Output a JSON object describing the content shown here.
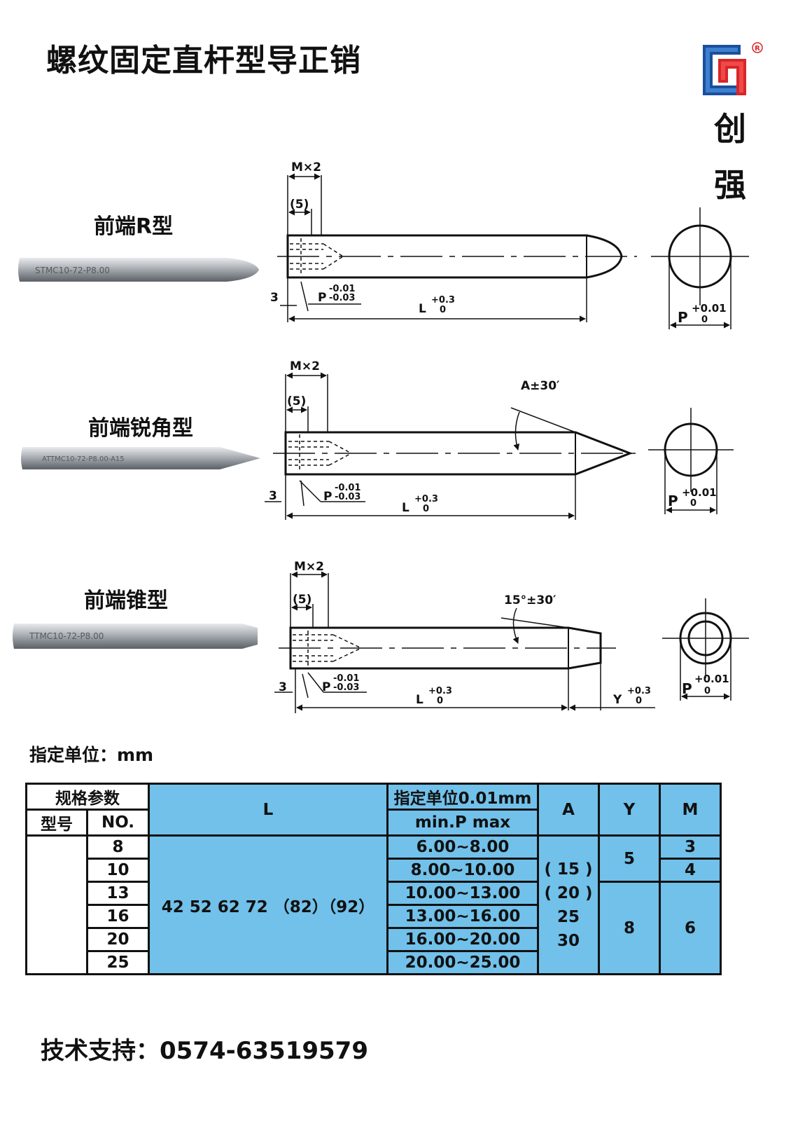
{
  "title": "螺纹固定直杆型导正销",
  "brand": {
    "logo_icon": "cq-logo-icon",
    "registered": "®",
    "chars": [
      "创",
      "强"
    ],
    "colors": {
      "blue": "#1a4f9c",
      "red": "#d9262a"
    }
  },
  "sections": [
    {
      "label": "前端R型",
      "photo_text": "STMC10-72-P8.00"
    },
    {
      "label": "前端锐角型",
      "photo_text": "ATTMC10-72-P8.00-A15"
    },
    {
      "label": "前端锥型",
      "photo_text": "TTMC10-72-P8.00"
    }
  ],
  "drawing": {
    "mx2": "M×2",
    "five": "(5)",
    "three": "3",
    "p_tol_upper": "-0.01",
    "p_tol_lower": "-0.03",
    "p": "P",
    "l": "L",
    "tol_plus": "+0.3",
    "tol_zero": "0",
    "p_plus": "+0.01",
    "angle_a": "A±30′",
    "angle_15": "15°±30′",
    "y": "Y"
  },
  "unit_note": "指定单位：mm",
  "table": {
    "h_spec": "规格参数",
    "h_model": "型号",
    "h_no": "NO.",
    "h_l": "L",
    "h_unit": "指定单位0.01mm",
    "h_minmax": "min.P max",
    "h_a": "A",
    "h_y": "Y",
    "h_m": "M",
    "rows": [
      {
        "no": "8",
        "range": "6.00~8.00"
      },
      {
        "no": "10",
        "range": "8.00~10.00"
      },
      {
        "no": "13",
        "range": "10.00~13.00"
      },
      {
        "no": "16",
        "range": "13.00~16.00"
      },
      {
        "no": "20",
        "range": "16.00~20.00"
      },
      {
        "no": "25",
        "range": "20.00~25.00"
      }
    ],
    "l_values": "42 52 62 72 （82）（92）",
    "a_values": [
      "( 15 )",
      "( 20 )",
      "25",
      "30"
    ],
    "y_values": [
      "5",
      "8"
    ],
    "m_values": [
      "3",
      "4",
      "6"
    ]
  },
  "footer": "技术支持：0574-63519579"
}
